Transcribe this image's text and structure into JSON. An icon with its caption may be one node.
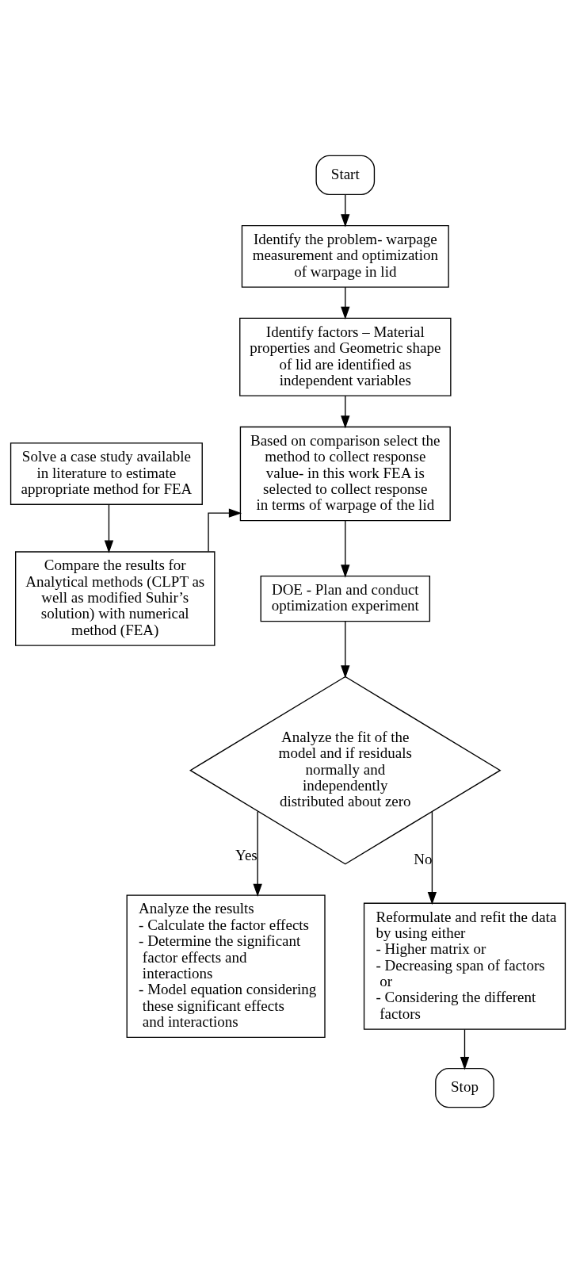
{
  "diagram": {
    "nodes": [
      {
        "text": [
          "Start"
        ]
      },
      {
        "text": [
          "Identify the problem- warpage measurement and optimization of warpage in lid"
        ]
      },
      {
        "text": [
          "Identify factors – Material properties and Geometric shape of lid are identified as independent variables"
        ]
      },
      {
        "text": [
          "Solve a case study available in literature to estimate appropriate method for FEA"
        ]
      },
      {
        "text": [
          "Compare the results for Analytical methods (CLPT as well as modified Suhir’s solution) with numerical method (FEA)"
        ]
      },
      {
        "text": [
          "Based on comparison select the method to collect response value- in this work FEA is selected to collect response in terms of warpage of the lid"
        ]
      },
      {
        "text": [
          "DOE - Plan and conduct optimization experiment"
        ]
      },
      {
        "text": [
          "Analyze the fit of the model and if residuals normally and independently distributed about zero"
        ]
      },
      {
        "text": [
          "Analyze the results",
          "- Calculate the factor effects",
          "- Determine the significant factor effects and interactions",
          "- Model equation considering these significant effects and interactions"
        ]
      },
      {
        "text": [
          "Reformulate and refit the data by using either",
          "- Higher matrix or",
          "- Decreasing span of factors or",
          "- Considering the different factors"
        ]
      },
      {
        "text": [
          "Stop"
        ]
      }
    ],
    "edges": [
      {
        "from": 0,
        "to": 1,
        "arrow": "to"
      },
      {
        "from": 1,
        "to": 2,
        "arrow": "to"
      },
      {
        "from": 2,
        "to": 5,
        "arrow": "to"
      },
      {
        "from": 3,
        "to": 4,
        "arrow": "to"
      },
      {
        "from": 4,
        "to": 5,
        "arrow": "to"
      },
      {
        "from": 5,
        "to": 6,
        "arrow": "to"
      },
      {
        "from": 6,
        "to": 7,
        "arrow": "to"
      },
      {
        "from": 7,
        "to": 8,
        "arrow": "to",
        "label": "Yes"
      },
      {
        "from": 7,
        "to": 9,
        "arrow": "to",
        "label": "No"
      },
      {
        "from": 9,
        "to": 10,
        "arrow": "to"
      }
    ]
  }
}
